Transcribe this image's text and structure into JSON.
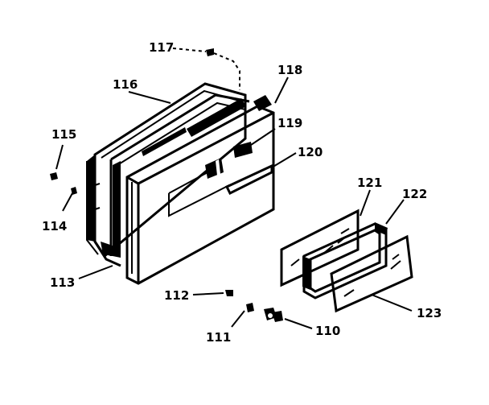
{
  "labels": {
    "p110": "110",
    "p111": "111",
    "p112": "112",
    "p113": "113",
    "p114": "114",
    "p115": "115",
    "p116": "116",
    "p117": "117",
    "p118": "118",
    "p119": "119",
    "p120": "120",
    "p121": "121",
    "p122": "122",
    "p123": "123"
  }
}
